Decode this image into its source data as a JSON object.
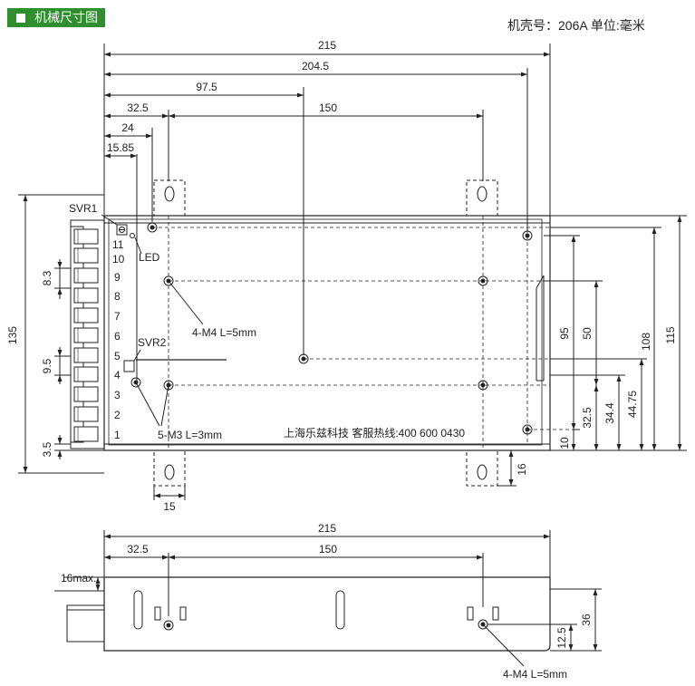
{
  "header": {
    "title": "机械尺寸图",
    "case_label": "机壳号：206A  单位:毫米"
  },
  "top_view": {
    "dims": {
      "d215": "215",
      "d2045": "204.5",
      "d975": "97.5",
      "d325": "32.5",
      "d150": "150",
      "d24": "24",
      "d1585": "15.85",
      "d135": "135",
      "d83": "8.3",
      "d95v": "9.5",
      "d35": "3.5",
      "d15": "15",
      "d16": "16",
      "d95": "95",
      "d50": "50",
      "d108": "108",
      "d115": "115",
      "d10": "10",
      "d325b": "32.5",
      "d344": "34.4",
      "d4475": "44.75"
    },
    "labels": {
      "svr1": "SVR1",
      "led": "LED",
      "svr2": "SVR2",
      "m4": "4-M4 L=5mm",
      "m3": "5-M3 L=3mm",
      "company": "上海乐兹科技 客服热线:400 600 0430"
    },
    "terminals": [
      "11",
      "10",
      "9",
      "8",
      "7",
      "6",
      "5",
      "4",
      "3",
      "2",
      "1"
    ]
  },
  "side_view": {
    "dims": {
      "d215": "215",
      "d325": "32.5",
      "d150": "150",
      "d16max": "16max.",
      "d36": "36",
      "d125": "12.5"
    },
    "labels": {
      "m4": "4-M4 L=5mm"
    }
  }
}
